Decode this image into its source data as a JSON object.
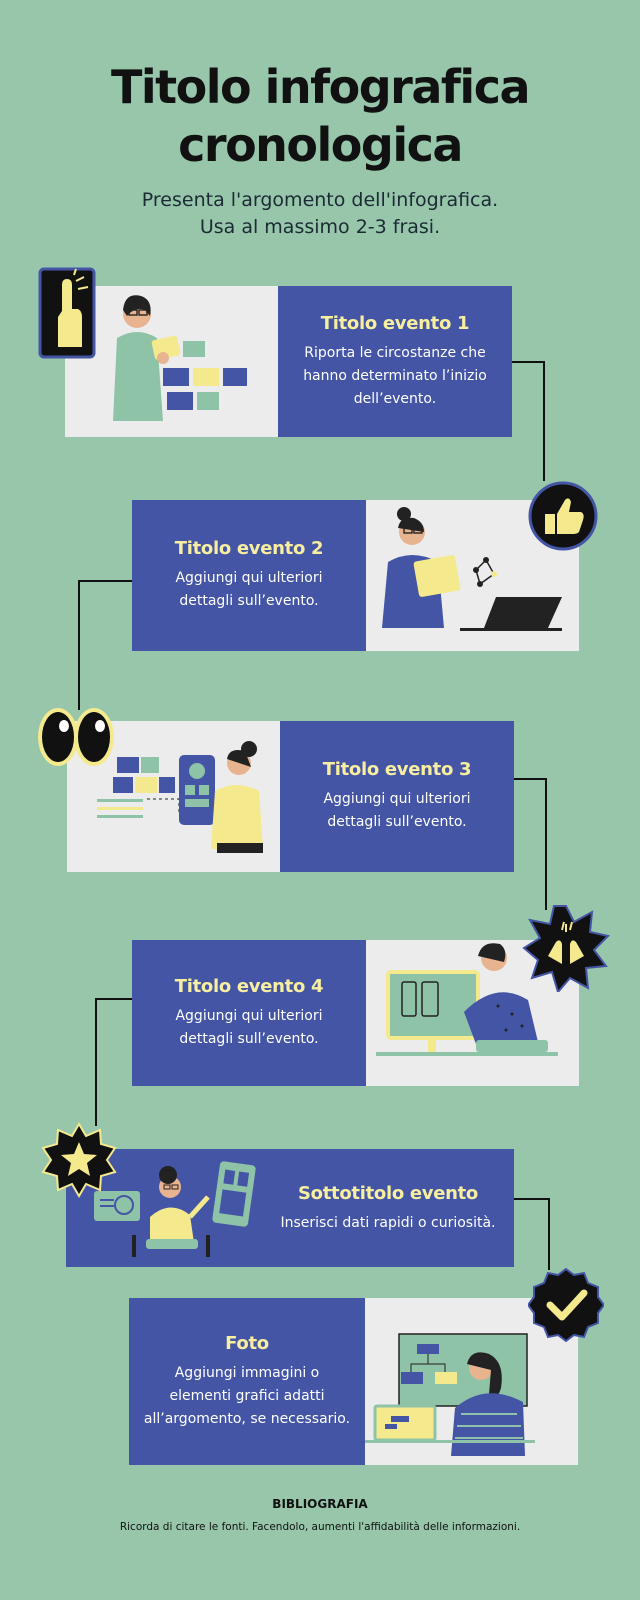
{
  "header": {
    "title_line1": "Titolo infografica",
    "title_line2": "cronologica",
    "intro_line1": "Presenta l'argomento dell'infografica.",
    "intro_line2": "Usa al massimo 2-3 frasi."
  },
  "events": [
    {
      "title": "Titolo evento 1",
      "desc_lines": [
        "Riporta le circostanze che",
        "hanno determinato l’inizio",
        "dell’evento."
      ],
      "badge_icon": "pointing-finger-icon"
    },
    {
      "title": "Titolo evento 2",
      "desc_lines": [
        "Aggiungi qui ulteriori",
        "dettagli sull’evento."
      ],
      "badge_icon": "thumbs-up-icon"
    },
    {
      "title": "Titolo evento 3",
      "desc_lines": [
        "Aggiungi qui ulteriori",
        "dettagli sull’evento."
      ],
      "badge_icon": "eyes-icon"
    },
    {
      "title": "Titolo evento 4",
      "desc_lines": [
        "Aggiungi qui ulteriori",
        "dettagli sull’evento."
      ],
      "badge_icon": "clapping-hands-icon"
    },
    {
      "title": "Sottotitolo evento",
      "desc_lines": [
        "Inserisci dati rapidi o curiosità."
      ],
      "badge_icon": "star-icon"
    },
    {
      "title": "Foto",
      "desc_lines": [
        "Aggiungi immagini o",
        "elementi grafici adatti",
        "all’argomento, se necessario."
      ],
      "badge_icon": "checkmark-icon"
    }
  ],
  "footer": {
    "bib_title": "BIBLIOGRAFIA",
    "bib_text": "Ricorda di citare le fonti. Facendolo, aumenti l'affidabilità delle informazioni."
  },
  "colors": {
    "background": "#97c6ab",
    "card_blue": "#4455a6",
    "card_gray": "#ececec",
    "accent_yellow": "#f7ef9f",
    "dark": "#111111"
  }
}
